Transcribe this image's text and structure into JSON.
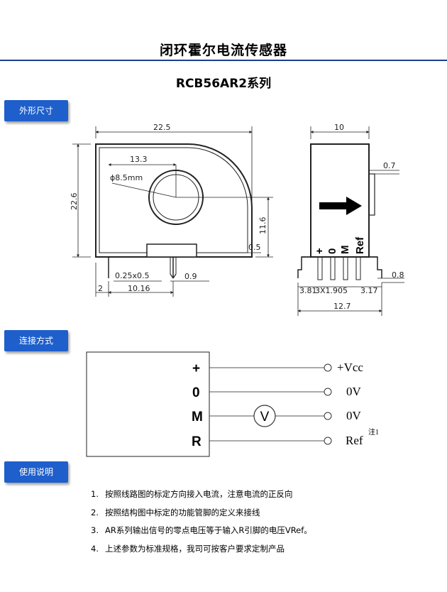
{
  "header": {
    "title": "闭环霍尔电流传感器",
    "model": "RCB56AR2系列"
  },
  "sections": {
    "dimensions": "外形尺寸",
    "connection": "连接方式",
    "usage": "使用说明"
  },
  "dimensions": {
    "front": {
      "width": "22.5",
      "height": "22.6",
      "hole_offset": "13.3",
      "hole_diameter": "ϕ8.5mm",
      "hole_height": "11.6",
      "tab_height": "0.5",
      "pin_size": "0.25x0.5",
      "pin_gap": "0.9",
      "edge": "2",
      "pin_spacing": "10.16"
    },
    "side": {
      "depth": "10",
      "tab": "0.7",
      "pin_offset": "0.8",
      "pin_pitch": "3.81",
      "pin_pitch_detail": "3X1.905",
      "pin_end": "3.17",
      "total": "12.7",
      "pin_labels": [
        "+",
        "0",
        "M",
        "Ref"
      ]
    }
  },
  "connection": {
    "pins": [
      "+",
      "0",
      "M",
      "R"
    ],
    "meter": "V",
    "terminals": [
      "+Vcc",
      "0V",
      "0V",
      "Ref"
    ],
    "note_mark": "注1"
  },
  "notes": [
    {
      "num": "1.",
      "text": "按照线路图的标定方向接入电流，注意电流的正反向"
    },
    {
      "num": "2.",
      "text": "按照结构图中标定的功能管脚的定义来接线"
    },
    {
      "num": "3.",
      "text": "AR系列输出信号的零点电压等于输入R引脚的电压VRef。"
    },
    {
      "num": "4.",
      "text": "上述参数为标准规格，我司可按客户要求定制产品"
    }
  ]
}
